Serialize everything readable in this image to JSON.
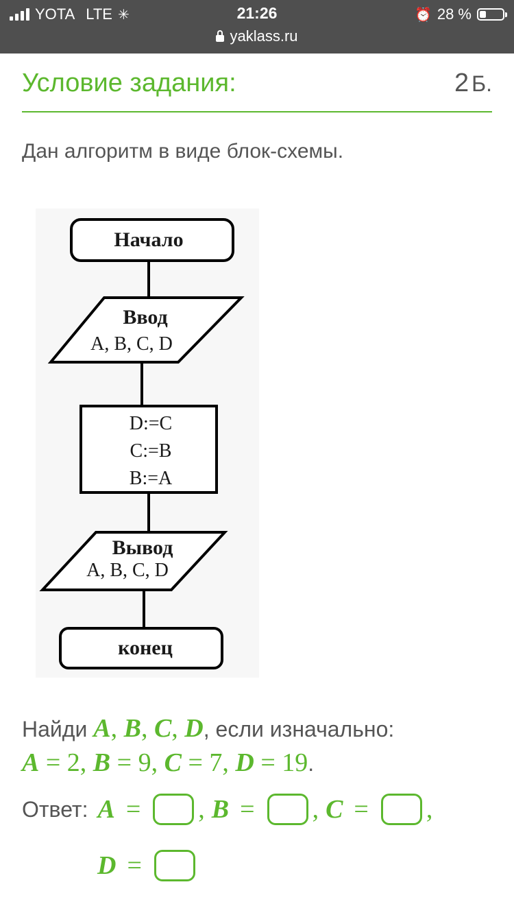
{
  "status": {
    "carrier": "YOTA",
    "network": "LTE",
    "time": "21:26",
    "battery": "28 %",
    "battery_level": 0.28,
    "url": "yaklass.ru"
  },
  "header": {
    "title": "Условие задания:",
    "points": "2",
    "points_unit": "Б."
  },
  "intro": "Дан алгоритм в виде блок-схемы.",
  "flowchart": {
    "start": "Начало",
    "input_label": "Ввод",
    "input_vars": "A, B, C, D",
    "process": [
      "D:=C",
      "C:=B",
      "B:=A"
    ],
    "output_label": "Вывод",
    "output_vars": "A, B, C, D",
    "end": "конец"
  },
  "question": {
    "prefix": "Найди",
    "vars": [
      "A",
      "B",
      "C",
      "D"
    ],
    "suffix": ", если изначально:",
    "initial": [
      {
        "var": "A",
        "value": "2"
      },
      {
        "var": "B",
        "value": "9"
      },
      {
        "var": "C",
        "value": "7"
      },
      {
        "var": "D",
        "value": "19"
      }
    ]
  },
  "answer": {
    "label": "Ответ:",
    "fields": [
      {
        "var": "A",
        "value": ""
      },
      {
        "var": "B",
        "value": ""
      },
      {
        "var": "C",
        "value": ""
      },
      {
        "var": "D",
        "value": ""
      }
    ]
  },
  "colors": {
    "accent": "#5cb82e",
    "text": "#555555",
    "statusbar": "#4f4f4f"
  }
}
